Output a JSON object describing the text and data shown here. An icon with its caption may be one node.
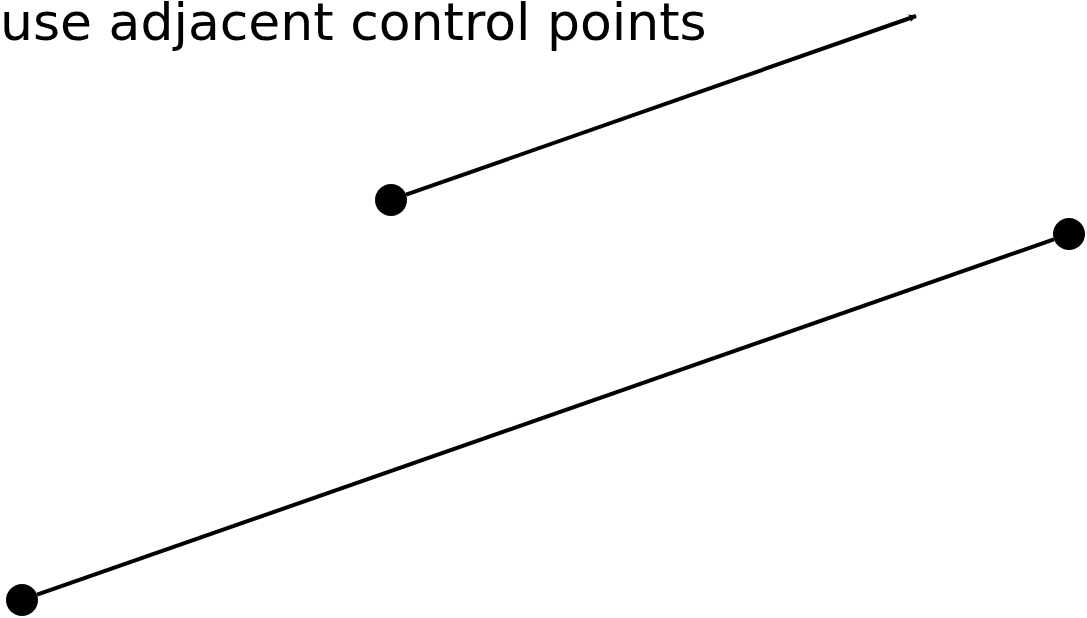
{
  "diagram": {
    "nodes": [
      {
        "text": [],
        "shape": "circle"
      },
      {
        "text": [],
        "shape": "circle"
      },
      {
        "text": [],
        "shape": "circle"
      }
    ],
    "edges": [
      {
        "from": 0,
        "to": null,
        "arrow": "to"
      },
      {
        "from": 2,
        "to": 1,
        "arrow": "none"
      }
    ],
    "labels": [
      "use adjacent control points"
    ]
  }
}
